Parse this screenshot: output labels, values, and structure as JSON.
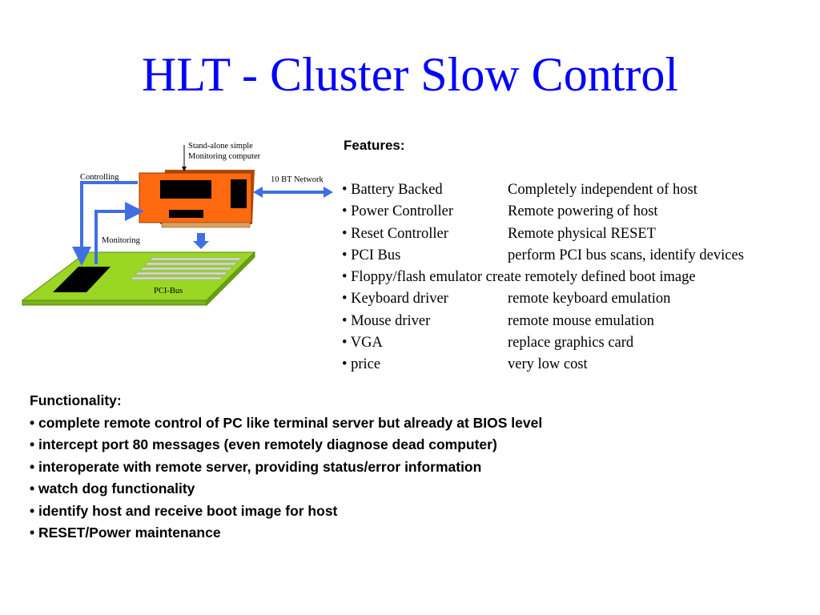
{
  "slide": {
    "title": "HLT - Cluster Slow Control"
  },
  "diagram": {
    "labels": {
      "standalone_line1": "Stand-alone simple",
      "standalone_line2": "Monitoring computer",
      "network": "10 BT Network",
      "controlling": "Controlling",
      "monitoring": "Monitoring",
      "pci_bus": "PCI-Bus"
    },
    "colors": {
      "card": "#ff6a10",
      "board": "#9ad624",
      "arrow": "#3f6fe0",
      "chip": "#000000"
    }
  },
  "features": {
    "heading": "Features:",
    "items": [
      {
        "name": "• Battery Backed",
        "desc": "Completely independent of host"
      },
      {
        "name": "• Power Controller",
        "desc": "Remote powering of host"
      },
      {
        "name": "• Reset Controller",
        "desc": "Remote physical RESET"
      },
      {
        "name": "• PCI Bus",
        "desc": "perform PCI bus scans, identify devices"
      },
      {
        "name": "• Floppy/flash emulator create remotely defined boot image",
        "desc": ""
      },
      {
        "name": "• Keyboard driver",
        "desc": "remote keyboard emulation"
      },
      {
        "name": "• Mouse driver",
        "desc": "remote mouse emulation"
      },
      {
        "name": "• VGA",
        "desc": "replace graphics card"
      },
      {
        "name": "• price",
        "desc": "very low cost"
      }
    ]
  },
  "functionality": {
    "heading": "Functionality:",
    "items": [
      "• complete remote control of PC like terminal server but already at BIOS level",
      "• intercept port 80 messages (even remotely diagnose dead computer)",
      "• interoperate with remote server, providing status/error information",
      "• watch dog functionality",
      "• identify host and receive boot image for host",
      "• RESET/Power maintenance"
    ]
  }
}
